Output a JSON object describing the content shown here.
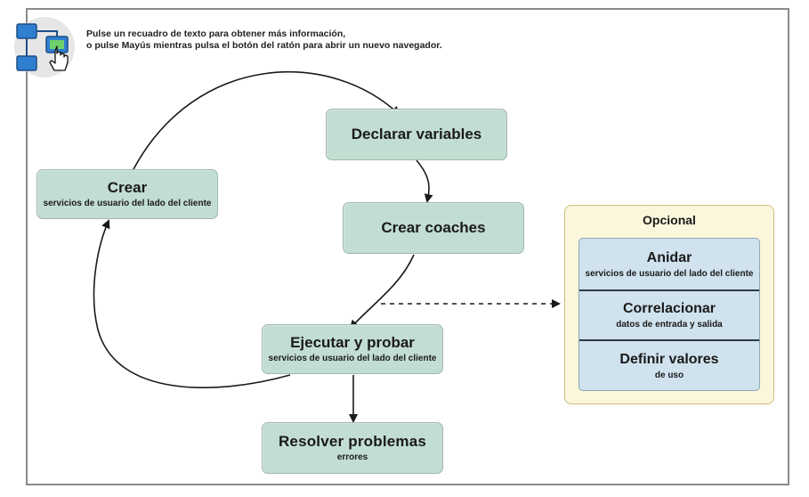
{
  "instructions": {
    "line1": "Pulse un recuadro de texto para obtener más información,",
    "line2": "o pulse Mayús mientras pulsa el botón del ratón para abrir un nuevo navegador."
  },
  "nodes": {
    "crear": {
      "title": "Crear",
      "subtitle": "servicios de usuario del lado del cliente"
    },
    "declarar": {
      "title": "Declarar variables"
    },
    "coaches": {
      "title": "Crear coaches"
    },
    "ejecutar": {
      "title": "Ejecutar y probar",
      "subtitle": "servicios de usuario del lado del cliente"
    },
    "resolver": {
      "title": "Resolver  problemas",
      "subtitle": "errores"
    }
  },
  "optional": {
    "title": "Opcional",
    "items": [
      {
        "title": "Anidar",
        "subtitle": "servicios de usuario del lado del cliente"
      },
      {
        "title": "Correlacionar",
        "subtitle": "datos de entrada y salida"
      },
      {
        "title": "Definir valores",
        "subtitle": "de uso"
      }
    ]
  },
  "colors": {
    "box_fill": "#c2ddd2",
    "optional_fill": "#fcf6dc",
    "optional_item_fill": "#cfe2ee",
    "arrow": "#1a1a1a"
  }
}
